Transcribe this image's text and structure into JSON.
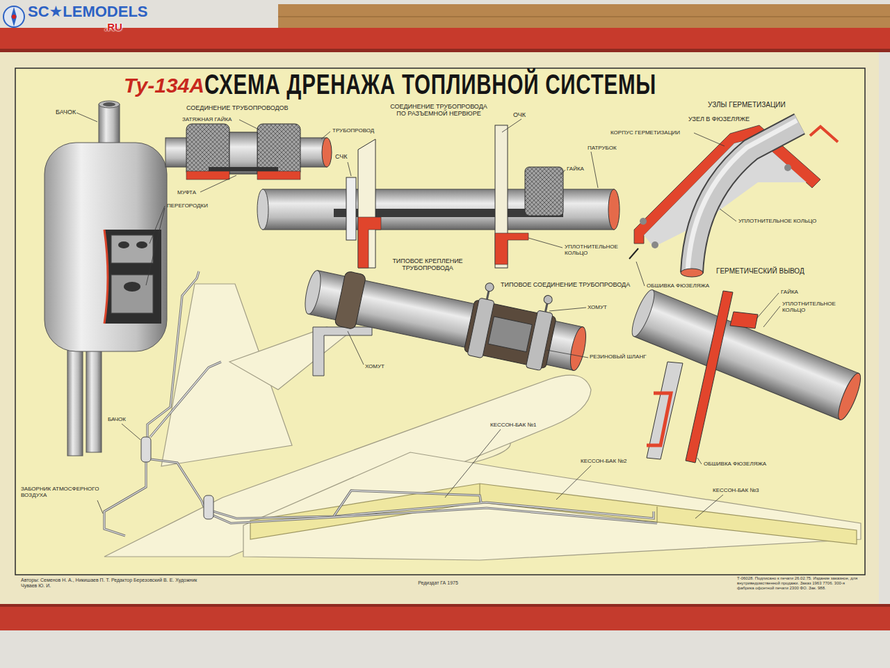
{
  "diagram": {
    "title": "СХЕМА ДРЕНАЖА ТОПЛИВНОЙ СИСТЕМЫ",
    "labels": [
      "SC★LEMODELS",
      ".RU",
      "Ту-134А",
      "БАЧОК",
      "СОЕДИНЕНИЕ ТРУБОПРОВОДОВ",
      "ЗАТЯЖНАЯ ГАЙКА",
      "ТРУБОПРОВОД",
      "МУФТА",
      "ПЕРЕГОРОДКИ",
      "СОЕДИНЕНИЕ ТРУБОПРОВОДА ПО РАЗЪЕМНОЙ НЕРВЮРЕ",
      "ОЧК",
      "СЧК",
      "ПАТРУБОК",
      "ГАЙКА",
      "УПЛОТНИТЕЛЬНОЕ КОЛЬЦО",
      "УЗЛЫ ГЕРМЕТИЗАЦИИ",
      "УЗЕЛ В ФЮЗЕЛЯЖЕ",
      "КОРПУС ГЕРМЕТИЗАЦИИ",
      "УПЛОТНИТЕЛЬНОЕ КОЛЬЦО",
      "ОБШИВКА ФЮЗЕЛЯЖА",
      "ГЕРМЕТИЧЕСКИЙ ВЫВОД",
      "ГАЙКА",
      "УПЛОТНИТЕЛЬНОЕ КОЛЬЦО",
      "ОБШИВКА ФЮЗЕЛЯЖА",
      "ТИПОВОЕ КРЕПЛЕНИЕ ТРУБОПРОВОДА",
      "ТИПОВОЕ СОЕДИНЕНИЕ ТРУБОПРОВОДА",
      "ХОМУТ",
      "РЕЗИНОВЫЙ ШЛАНГ",
      "ХОМУТ",
      "БАЧОК",
      "КЕССОН-БАК №1",
      "КЕССОН-БАК №2",
      "КЕССОН-БАК №3",
      "ЗАБОРНИК АТМОСФЕРНОГО ВОЗДУХА",
      "Авторы: Семенов Н. А., Никишаев П. Т. Редактор Березовский В. Е. Художник Чуваев Ю. И.",
      "Редиздат ГА 1975",
      "Т-06028. Подписано к печати 26.02.75. Издание заказное, для внутриведомственной продажи. Заказ 1963 7706. 300-я фабрика офсетной печати 2300 ФО. Зак. 988."
    ]
  }
}
